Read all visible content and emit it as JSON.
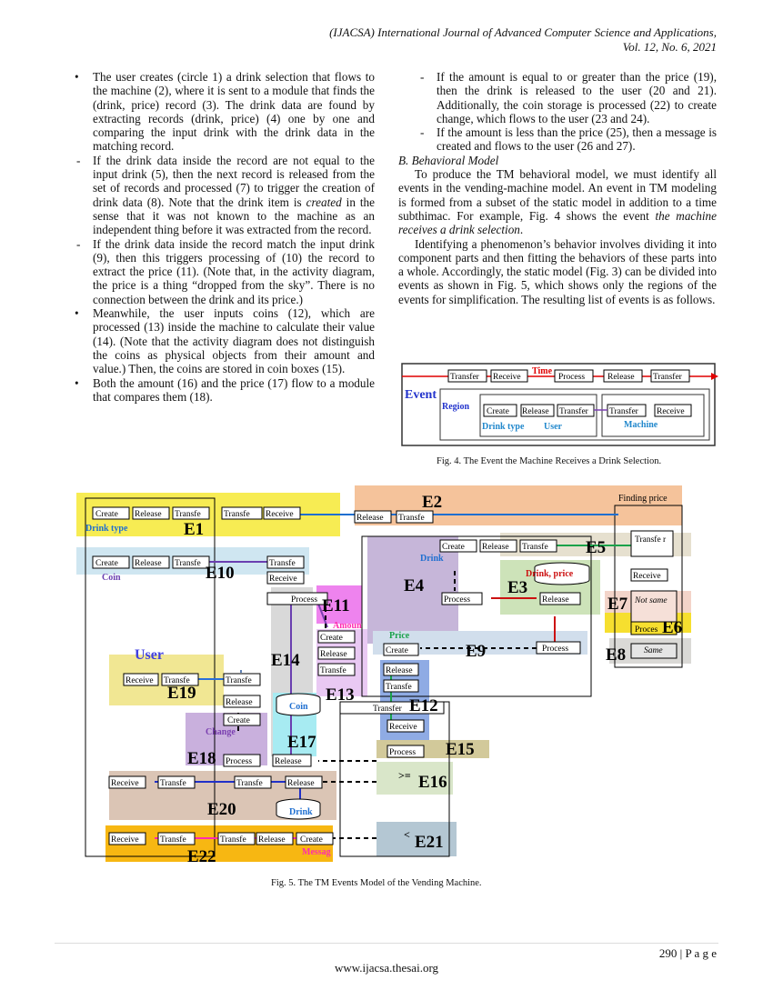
{
  "header": {
    "journal": "(IJACSA) International Journal of Advanced Computer Science and Applications,",
    "volume": "Vol. 12, No. 6, 2021"
  },
  "left_col": {
    "b1": "The user creates (circle 1) a drink selection that flows to the machine (2), where it is sent to a module that finds the (drink, price) record (3). The drink data are found by extracting records (drink, price) (4) one by one and comparing the input drink with the drink data in the matching record.",
    "d1a": "If the drink data inside the record are not equal to the input drink (5), then the next record is released from the set of records and processed (7) to trigger the creation of drink data (8). Note that the drink item is ",
    "d1b": "created",
    "d1c": " in the sense that it was not known to the machine as an independent thing before it was extracted from the record.",
    "d2": "If the drink data inside the record match the input drink (9), then this triggers processing of (10) the record to extract the price (11). (Note that, in the activity diagram, the price is a thing “dropped from the sky”. There is no connection between the drink and its price.)",
    "b2": "Meanwhile, the user inputs coins (12), which are processed (13) inside the machine to calculate their value (14). (Note that the activity diagram does not distinguish the coins as physical objects from their amount and value.) Then, the coins are stored in coin boxes (15).",
    "b3": "Both the amount (16) and the price (17) flow to a module that compares them (18)."
  },
  "right_col": {
    "d3": "If the amount is equal to or greater than the price (19), then the drink is released to the user (20 and 21). Additionally, the coin storage is processed (22) to create change, which flows to the user (23 and 24).",
    "d4": "If the amount is less than the price (25), then a message is created and flows to the user (26 and 27).",
    "section": "B.  Behavioral Model",
    "p1a": "To produce the TM behavioral model, we must identify all events in the vending-machine model. An event in TM modeling is formed from a subset of the static model in addition to a time subthimac. For example, Fig. 4 shows the event ",
    "p1b": "the machine receives a drink selection",
    "p1c": ".",
    "p2": "Identifying a phenomenon’s behavior involves dividing it into component parts and then fitting the behaviors of these parts into a whole. Accordingly, the static model (Fig. 3) can be divided into events as shown in Fig. 5, which shows only the regions of the events for simplification. The resulting list of events is as follows."
  },
  "fig4": {
    "caption": "Fig. 4.    The Event the Machine Receives a Drink Selection.",
    "time_label": "Time",
    "event_label": "Event",
    "region_label": "Region",
    "drink_type": "Drink type",
    "user": "User",
    "machine": "Machine",
    "top": [
      "Transfer",
      "Receive",
      "Process",
      "Release",
      "Transfer"
    ],
    "bottom_left": [
      "Create",
      "Release",
      "Transfer"
    ],
    "bottom_right": [
      "Transfer",
      "Receive"
    ]
  },
  "fig5": {
    "caption": "Fig. 5.    The TM Events Model of the Vending Machine.",
    "event_labels": [
      "E1",
      "E2",
      "E3",
      "E4",
      "E5",
      "E6",
      "E7",
      "E8",
      "E9",
      "E10",
      "E11",
      "E12",
      "E13",
      "E14",
      "E15",
      "E16",
      "E17",
      "E18",
      "E19",
      "E20",
      "E21",
      "E22"
    ],
    "blue_labels": [
      "Drink type",
      "Coin",
      "User",
      "Drink",
      "Coin",
      "Drink"
    ],
    "green_labels": [
      "Price"
    ],
    "purple_labels": [
      "Change"
    ],
    "magenta_labels": [
      "Amoun",
      "Messag"
    ],
    "red_labels": [
      "Drink, price"
    ],
    "finding_price": "Finding price",
    "not_same": "Not same",
    "same": "Same",
    "compare_ge": ">=",
    "compare_lt": "<",
    "boxes": {
      "create": "Create",
      "release": "Release",
      "transfe": "Transfe",
      "transfer": "Transfer",
      "receive": "Receive",
      "process": "Process",
      "proces": "Proces",
      "transfe_r": "Transfe r"
    }
  },
  "footer": {
    "page": "290 | P a g e",
    "url": "www.ijacsa.thesai.org"
  }
}
